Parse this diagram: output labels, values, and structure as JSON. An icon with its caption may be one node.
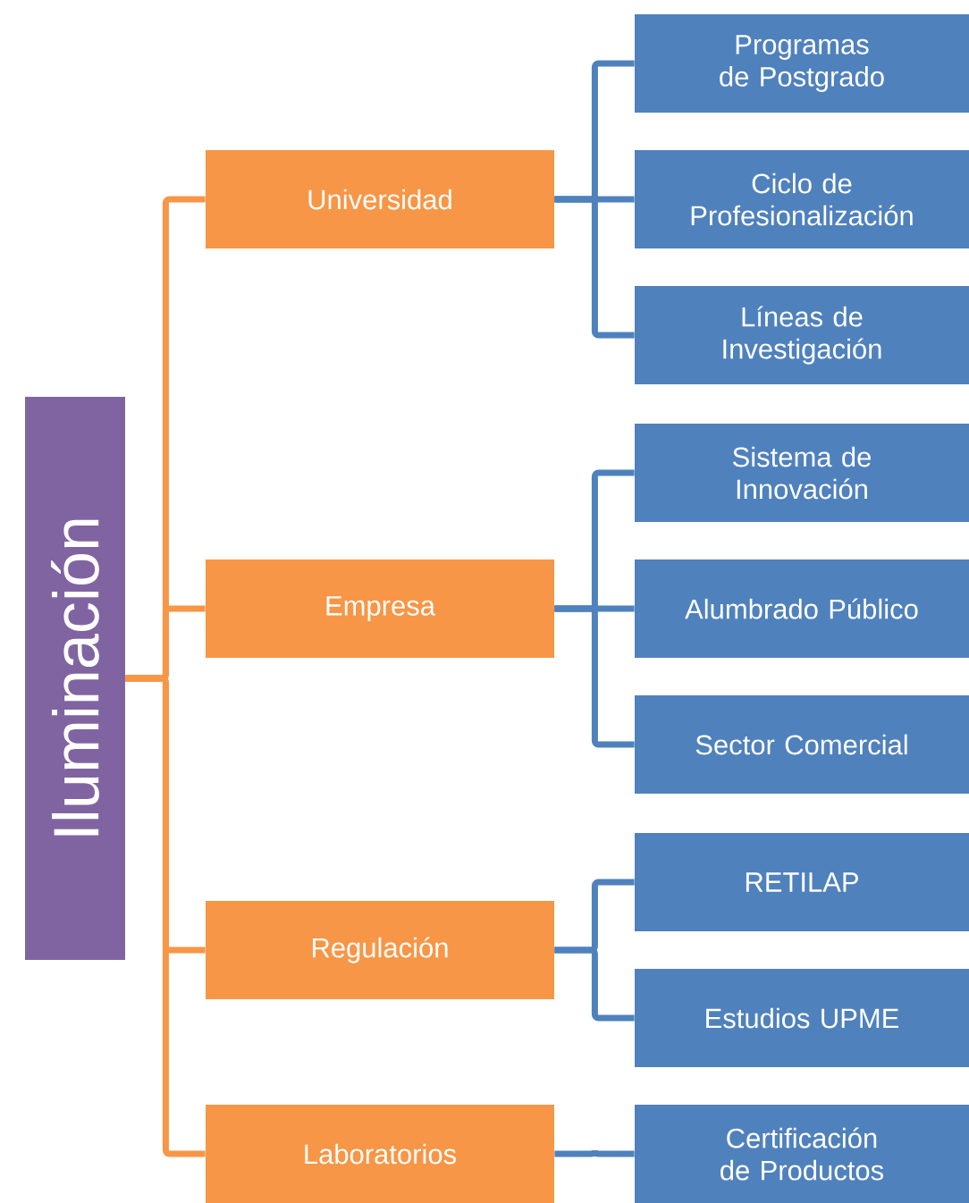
{
  "diagram": {
    "nodes": [
      {
        "text": [
          "Iluminación"
        ]
      },
      {
        "text": [
          "Universidad"
        ]
      },
      {
        "text": [
          "Programas de Postgrado"
        ]
      },
      {
        "text": [
          "Ciclo de Profesionalización"
        ]
      },
      {
        "text": [
          "Líneas de Investigación"
        ]
      },
      {
        "text": [
          "Empresa"
        ]
      },
      {
        "text": [
          "Sistema de Innovación"
        ]
      },
      {
        "text": [
          "Alumbrado Público"
        ]
      },
      {
        "text": [
          "Sector Comercial"
        ]
      },
      {
        "text": [
          "Regulación"
        ]
      },
      {
        "text": [
          "RETILAP"
        ]
      },
      {
        "text": [
          "Estudios UPME"
        ]
      },
      {
        "text": [
          "Laboratorios"
        ]
      },
      {
        "text": [
          "Certificación de Productos"
        ]
      }
    ],
    "edges": [
      {
        "from": 0,
        "to": 1,
        "arrow": "none",
        "color": "#f79646"
      },
      {
        "from": 0,
        "to": 5,
        "arrow": "none",
        "color": "#f79646"
      },
      {
        "from": 0,
        "to": 9,
        "arrow": "none",
        "color": "#f79646"
      },
      {
        "from": 0,
        "to": 12,
        "arrow": "none",
        "color": "#f79646"
      },
      {
        "from": 1,
        "to": 2,
        "arrow": "none"
      },
      {
        "from": 1,
        "to": 3,
        "arrow": "none"
      },
      {
        "from": 1,
        "to": 4,
        "arrow": "none"
      },
      {
        "from": 5,
        "to": 6,
        "arrow": "none"
      },
      {
        "from": 5,
        "to": 7,
        "arrow": "none"
      },
      {
        "from": 5,
        "to": 8,
        "arrow": "none"
      },
      {
        "from": 9,
        "to": 10,
        "arrow": "none"
      },
      {
        "from": 9,
        "to": 11,
        "arrow": "none"
      },
      {
        "from": 12,
        "to": 13,
        "arrow": "none"
      }
    ]
  }
}
